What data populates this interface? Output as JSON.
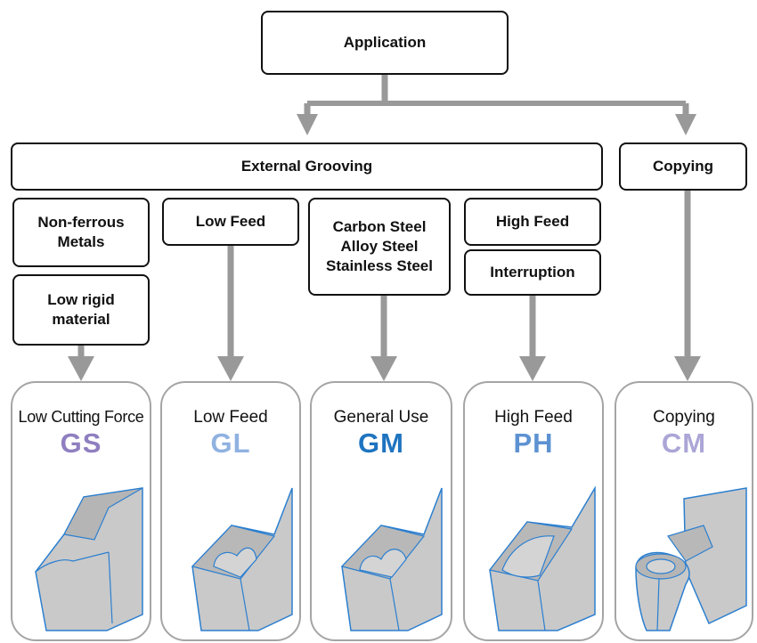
{
  "application": "Application",
  "external_grooving": "External Grooving",
  "copying_header": "Copying",
  "conditions": {
    "nonferrous": "Non-ferrous\nMetals",
    "low_rigid": "Low rigid\nmaterial",
    "low_feed": "Low Feed",
    "steels": "Carbon Steel\nAlloy Steel\nStainless Steel",
    "high_feed": "High Feed",
    "interruption": "Interruption"
  },
  "cards": [
    {
      "title": "Low Cutting Force",
      "code": "GS",
      "color": "#8f7fc0",
      "icon": "grooving-insert-gs"
    },
    {
      "title": "Low Feed",
      "code": "GL",
      "color": "#8fb2e0",
      "icon": "grooving-insert-gl"
    },
    {
      "title": "General Use",
      "code": "GM",
      "color": "#1f74c0",
      "icon": "grooving-insert-gm"
    },
    {
      "title": "High Feed",
      "code": "PH",
      "color": "#5d92d2",
      "icon": "grooving-insert-ph"
    },
    {
      "title": "Copying",
      "code": "CM",
      "color": "#aba6d6",
      "icon": "copying-insert-cm"
    }
  ],
  "colors": {
    "arrow": "#999999",
    "card_border": "#a5a5a5",
    "insert_body": "#c9c9c9",
    "insert_edge": "#2b7fd0"
  }
}
